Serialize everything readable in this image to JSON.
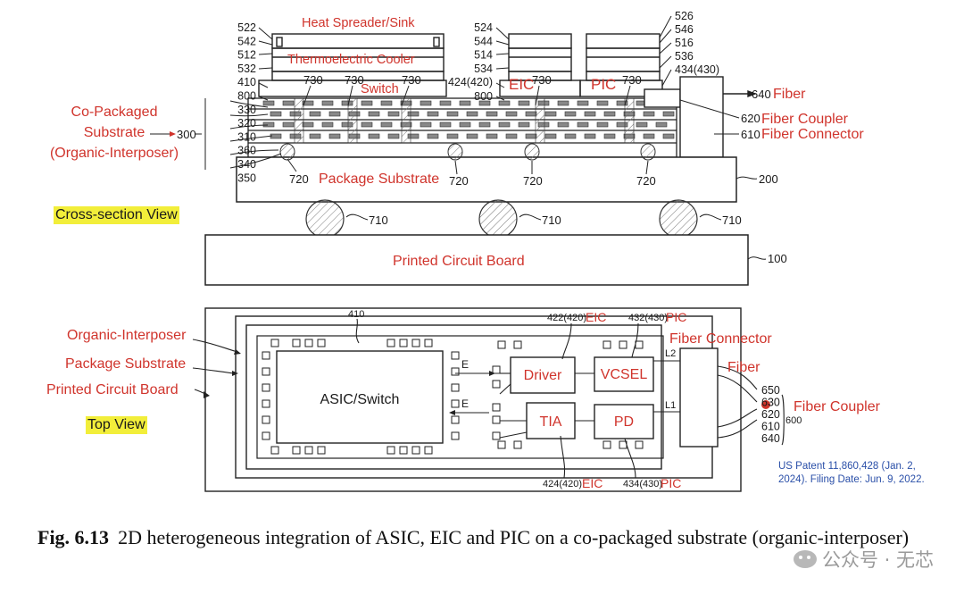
{
  "cross_section": {
    "view_label": "Cross-section View",
    "heat_spreader": "Heat Spreader/Sink",
    "thermo_cooler": "Thermoelectric Cooler",
    "switch": "Switch",
    "eic": "EIC",
    "pic": "PIC",
    "fiber": "Fiber",
    "fiber_coupler": "Fiber Coupler",
    "fiber_connector": "Fiber Connector",
    "package_substrate": "Package Substrate",
    "pcb": "Printed Circuit Board",
    "co_packaged": [
      "Co-Packaged",
      "Substrate",
      "(Organic-Interposer)"
    ],
    "refs_left": [
      "522",
      "542",
      "512",
      "532",
      "410",
      "800",
      "330",
      "320",
      "310",
      "360",
      "340",
      "350"
    ],
    "refs_mid": [
      "524",
      "544",
      "514",
      "534",
      "424(420)",
      "800"
    ],
    "refs_right": [
      "526",
      "546",
      "516",
      "536",
      "434(430)"
    ],
    "ref_300": "300",
    "ref_730": "730",
    "ref_720": "720",
    "ref_710": "710",
    "ref_640": "640",
    "ref_620": "620",
    "ref_610": "610",
    "ref_200": "200",
    "ref_100": "100"
  },
  "top_view": {
    "view_label": "Top View",
    "organic_interposer": "Organic-Interposer",
    "package_substrate": "Package Substrate",
    "pcb": "Printed Circuit Board",
    "asic": "ASIC/Switch",
    "driver": "Driver",
    "vcsel": "VCSEL",
    "tia": "TIA",
    "pd": "PD",
    "e": "E",
    "l1": "L1",
    "l2": "L2",
    "fiber_connector": "Fiber Connector",
    "fiber": "Fiber",
    "fiber_coupler": "Fiber Coupler",
    "ref_410": "410",
    "ref_422": "422(420)",
    "ref_432": "432(430)",
    "ref_424": "424(420)",
    "ref_434": "434(430)",
    "eic": "EIC",
    "pic": "PIC",
    "refs_fiber": [
      "650",
      "630",
      "620",
      "610",
      "640"
    ],
    "ref_600": "600"
  },
  "patent_note": [
    "US Patent 11,860,428 (Jan. 2,",
    "2024). Filing Date: Jun. 9, 2022."
  ],
  "caption": {
    "fig_number": "Fig. 6.13",
    "text": "2D heterogeneous integration of ASIC, EIC and PIC on a co-packaged substrate (organic-interposer)"
  },
  "watermark": "公众号 · 无芯",
  "colors": {
    "label_red": "#d0342c",
    "highlight": "#f2ee3a",
    "patent_blue": "#2a4fa8"
  }
}
